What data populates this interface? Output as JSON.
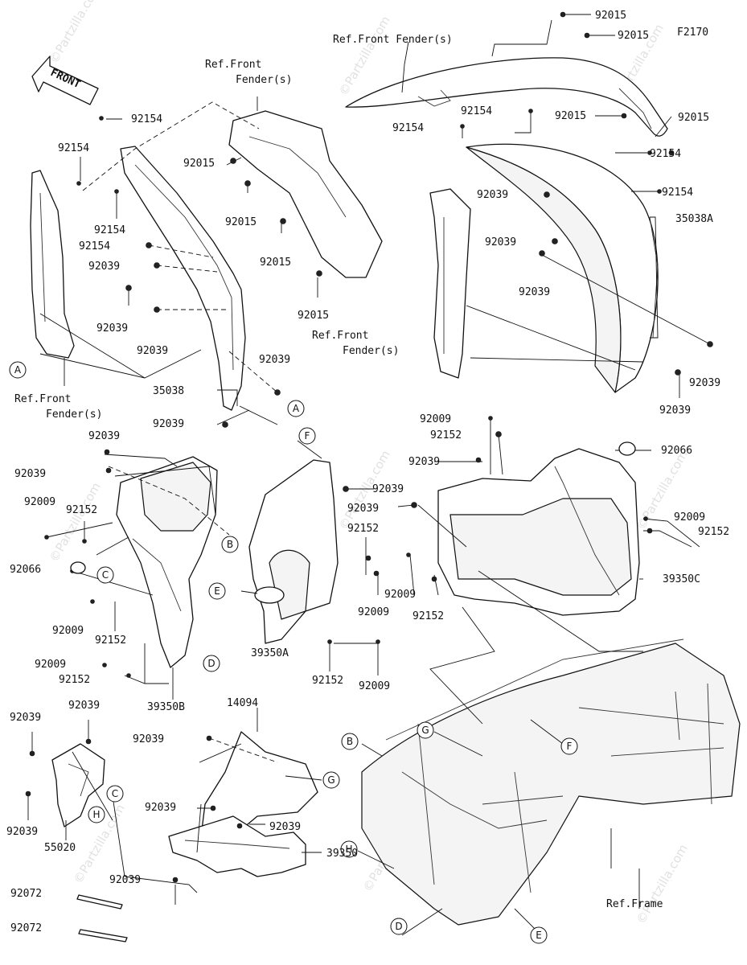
{
  "figure_code": "F2170",
  "front_arrow": "FRONT",
  "watermark": "©Partzilla.com",
  "refs": {
    "front_fender": "Ref.Front Fender(s)",
    "front_fender_l1": "Ref.Front",
    "front_fender_l2": "Fender(s)",
    "frame": "Ref.Frame"
  },
  "callout_letters": [
    "A",
    "B",
    "C",
    "D",
    "E",
    "F",
    "G",
    "H"
  ],
  "part_numbers": [
    "92015",
    "92154",
    "92039",
    "35038",
    "35038A",
    "92009",
    "92152",
    "92066",
    "39350A",
    "39350B",
    "39350C",
    "14094",
    "55020",
    "92072",
    "39350"
  ]
}
